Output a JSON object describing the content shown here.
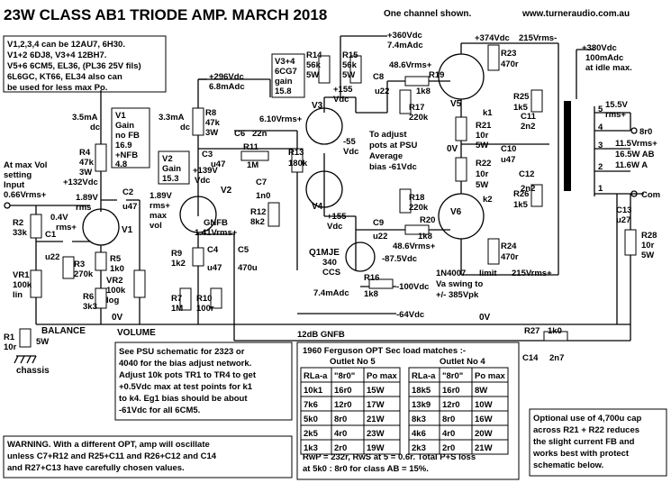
{
  "title": "23W CLASS AB1 TRIODE AMP.  MARCH  2018",
  "subtitle": "One channel shown.",
  "website": "www.turneraudio.com.au",
  "tube_notes": [
    "V1,2,3,4 can be 12AU7, 6H30.",
    "V1+2 6DJ8, V3+4 12BH7.",
    "V5+6 6CM5, EL36, (PL36 25V fils)",
    "6L6GC, KT66, EL34 also can",
    "be used for less max Po."
  ],
  "v1_gain": [
    "V1",
    "Gain",
    "no FB",
    "16.9",
    "+NFB",
    "4.8"
  ],
  "v2_gain": [
    "V2",
    "Gain",
    "15.3"
  ],
  "v34_gain": [
    "V3+4",
    "6CG7",
    "gain",
    "15.8"
  ],
  "labels": {
    "b360": "+360Vdc",
    "b360i": "7.4mAdc",
    "b374": "+374Vdc",
    "b215a": "215Vrms-",
    "b380": "+380Vdc",
    "b380i": "100mAdc",
    "b380n": "at idle max.",
    "b296": "+296Vdc",
    "b296i": "6.8mAdc",
    "v1i": "3.5mA",
    "v1idc": "dc",
    "v2i": "3.3mA",
    "v2idc": "dc",
    "r4": "R4",
    "r4v": "47k",
    "r4w": "3W",
    "v132": "+132Vdc",
    "r8": "R8",
    "r8v": "47k",
    "r8w": "3W",
    "atmax1": "At max Vol",
    "atmax2": "setting",
    "atmax3": "Input",
    "atmax4": "0.66Vrms+",
    "r2": "R2",
    "r2v": "33k",
    "c1": "C1",
    "c1v": "u22",
    "v189a": "1.89V",
    "rms": "rms",
    "v04": "0.4V",
    "rmsa": "rms+",
    "c2": "C2",
    "c2v": "u47",
    "v1": "V1",
    "r3": "R3",
    "r3v": "270k",
    "r5": "R5",
    "r5v": "1k0",
    "r6": "R6",
    "r6v": "3k3",
    "vr1": "VR1",
    "vr1v": "100k",
    "vr1l": "lin",
    "vr2": "VR2",
    "vr2v": "100k",
    "vr2l": "log",
    "ov1": "0V",
    "volume": "VOLUME",
    "r1": "R1",
    "r1v": "10r",
    "r1w": "5W",
    "balance": "BALANCE",
    "chassis": "chassis",
    "c3": "C3",
    "c3v": "u47",
    "v139": "+139V",
    "vdc": "Vdc",
    "v2": "V2",
    "v189b": "1.89V",
    "rmsb": "rms+",
    "max": "max",
    "vol": "vol",
    "r9": "R9",
    "r9v": "1k2",
    "gnfb": "GNFB",
    "v141": "1.41Vrms+",
    "c4": "C4",
    "c4v": "u47",
    "c5": "C5",
    "c5v": "470u",
    "r7": "R7",
    "r7v": "1M",
    "r10": "R10",
    "r10v": "100r",
    "v610": "6.10Vrms+",
    "c6": "C6",
    "c6v": "22n",
    "r11": "R11",
    "r11v": "1M",
    "c7": "C7",
    "c7v": "1n0",
    "r12": "R12",
    "r12v": "8k2",
    "r13": "R13",
    "r13v": "180k",
    "v3": "V3",
    "v4": "V4",
    "m55": "-55",
    "vdc2": "Vdc",
    "b155a": "+155",
    "vdc3": "Vdc",
    "b155b": "+155",
    "vdc4": "Vdc",
    "r14": "R14",
    "r14v": "56k",
    "r14w": "5W",
    "r15": "R15",
    "r15v": "56k",
    "r15w": "5W",
    "c8": "C8",
    "c8v": "u22",
    "v486a": "48.6Vrms+",
    "r19": "R19",
    "r19v": "1k8",
    "r17": "R17",
    "r17v": "220k",
    "adj1": "To adjust",
    "adj2": "pots at PSU",
    "adj3": "Average",
    "adj4": "bias -61Vdc",
    "r18": "R18",
    "r18v": "220k",
    "c9": "C9",
    "c9v": "u22",
    "r20": "R20",
    "r20v": "1k8",
    "v486b": "48.6Vrms+",
    "q1": "Q1MJE",
    "q1v": "340",
    "q1c": "CCS",
    "m875": "-87.5Vdc",
    "r16": "R16",
    "r16v": "1k8",
    "i74": "7.4mAdc",
    "m100": "-100Vdc",
    "m64": "-64Vdc",
    "v5": "V5",
    "v6": "V6",
    "r23": "R23",
    "r23v": "470r",
    "r24": "R24",
    "r24v": "470r",
    "r21": "R21",
    "r21v": "10r",
    "r21w": "5W",
    "r22": "R22",
    "r22v": "10r",
    "r22w": "5W",
    "k1": "k1",
    "k2": "k2",
    "ov2": "0V",
    "ov3": "0V",
    "r25": "R25",
    "r25v": "1k5",
    "r26": "R26",
    "r26v": "1k5",
    "c11": "C11",
    "c11v": "2n2",
    "c12": "C12",
    "c12v": "2n2",
    "c10": "C10",
    "c10v": "u47",
    "d1": "1N4007",
    "limit": "limit",
    "va": "Va  swing to",
    "v385": "+/- 385Vpk",
    "b215b": "215Vrms+",
    "v155": "15.5V",
    "rmsc": "rms+",
    "p5": "5",
    "p4": "4",
    "p3": "3",
    "p2": "2",
    "p1": "1",
    "o8": "8r0",
    "o115": "11.5Vrms+",
    "o165": "16.5W AB",
    "o116": "11.6W A",
    "com": "Com",
    "c13": "C13",
    "c13v": "u27",
    "r28": "R28",
    "r28v": "10r",
    "r28w": "5W",
    "gnfb12": "12dB  GNFB",
    "r27": "R27",
    "r27v": "1k0",
    "c14": "C14",
    "c14v": "2n7"
  },
  "psu_note": [
    "See PSU schematic for 2323 or",
    "4040 for the bias adjust network.",
    "Adjust 10k pots TR1 to TR4 to get",
    "+0.5Vdc max at test points for k1",
    "to k4. Eg1 bias should be about",
    "-61Vdc for all 6CM5."
  ],
  "warning": [
    "WARNING. With a different OPT, amp will oscillate",
    "unless C7+R12 and  R25+C11  and R26+C12 and C14",
    "and R27+C13 have carefully chosen values."
  ],
  "table_title": "1960 Ferguson OPT  Sec load matches :-",
  "outlet5": "Outlet No 5",
  "outlet4": "Outlet No 4",
  "table_headers": [
    "RLa-a",
    "\"8r0\"",
    "Po max"
  ],
  "table5": [
    [
      "10k1",
      "16r0",
      "15W"
    ],
    [
      "7k6",
      "12r0",
      "17W"
    ],
    [
      "5k0",
      "8r0",
      "21W"
    ],
    [
      "2k5",
      "4r0",
      "23W"
    ],
    [
      "1k3",
      "2r0",
      "19W"
    ]
  ],
  "table4": [
    [
      "18k5",
      "16r0",
      "8W"
    ],
    [
      "13k9",
      "12r0",
      "10W"
    ],
    [
      "8k3",
      "8r0",
      "16W"
    ],
    [
      "4k6",
      "4r0",
      "20W"
    ],
    [
      "2k3",
      "2r0",
      "21W"
    ]
  ],
  "table_foot": [
    "RwP = 232r, RwS at 5 = 0.6r. Total P+S loss",
    "at 5k0 : 8r0 for class AB = 15%."
  ],
  "option_note": [
    "Optional use of 4,700u cap",
    "across R21 + R22 reduces",
    "the slight current FB and",
    "works best with protect",
    "schematic below."
  ]
}
